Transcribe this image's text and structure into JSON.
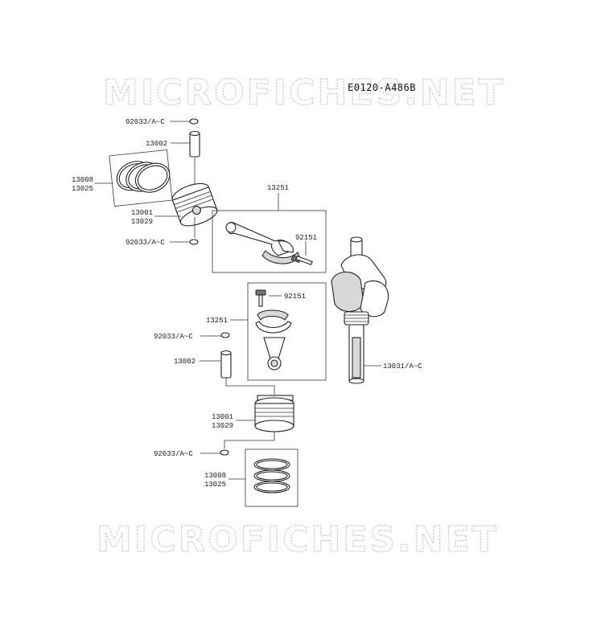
{
  "diagram_code": "E0120-A486B",
  "watermark": "MICROFICHES.NET",
  "labels": {
    "clip_top_1": "92033/A~C",
    "pin_top": "13002",
    "rings_top_1": "13008",
    "rings_top_2": "13025",
    "piston_top_1": "13001",
    "piston_top_2": "13029",
    "clip_top_2": "92033/A~C",
    "conrod_top": "13251",
    "bolt_top": "92151",
    "bolt_bottom": "92151",
    "conrod_bottom": "13251",
    "clip_bottom_1": "92033/A~C",
    "pin_bottom": "13002",
    "crankshaft": "13031/A~C",
    "piston_bottom_1": "13001",
    "piston_bottom_2": "13029",
    "clip_bottom_2": "92033/A~C",
    "rings_bottom_1": "13008",
    "rings_bottom_2": "13025"
  }
}
